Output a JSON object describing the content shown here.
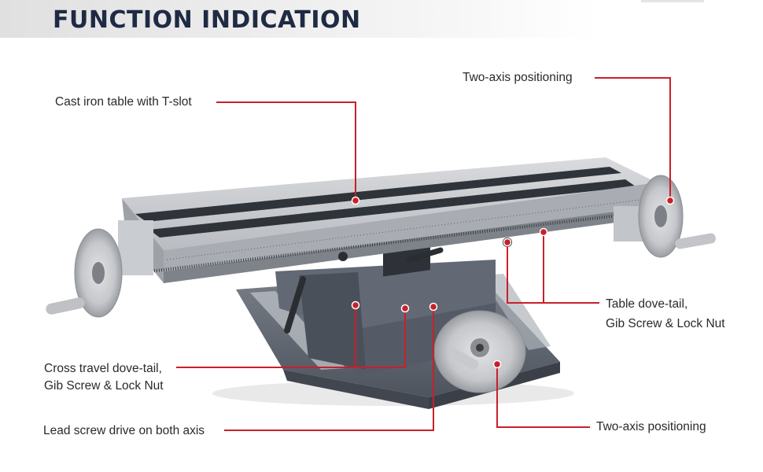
{
  "header": {
    "title": "FUNCTION INDICATION"
  },
  "callouts": {
    "cast_iron_table": "Cast iron table with T-slot",
    "two_axis_top": "Two-axis positioning",
    "table_dovetail_line1": "Table dove-tail,",
    "table_dovetail_line2": "Gib Screw & Lock Nut",
    "cross_travel_line1": "Cross travel dove-tail,",
    "cross_travel_line2": "Gib Screw & Lock Nut",
    "lead_screw": "Lead screw drive on both axis",
    "two_axis_bottom": "Two-axis positioning"
  },
  "colors": {
    "title": "#1f2a44",
    "leader_line": "#c8202a",
    "table_metal": "#c9ccd0",
    "base_paint": "#5d6470"
  }
}
